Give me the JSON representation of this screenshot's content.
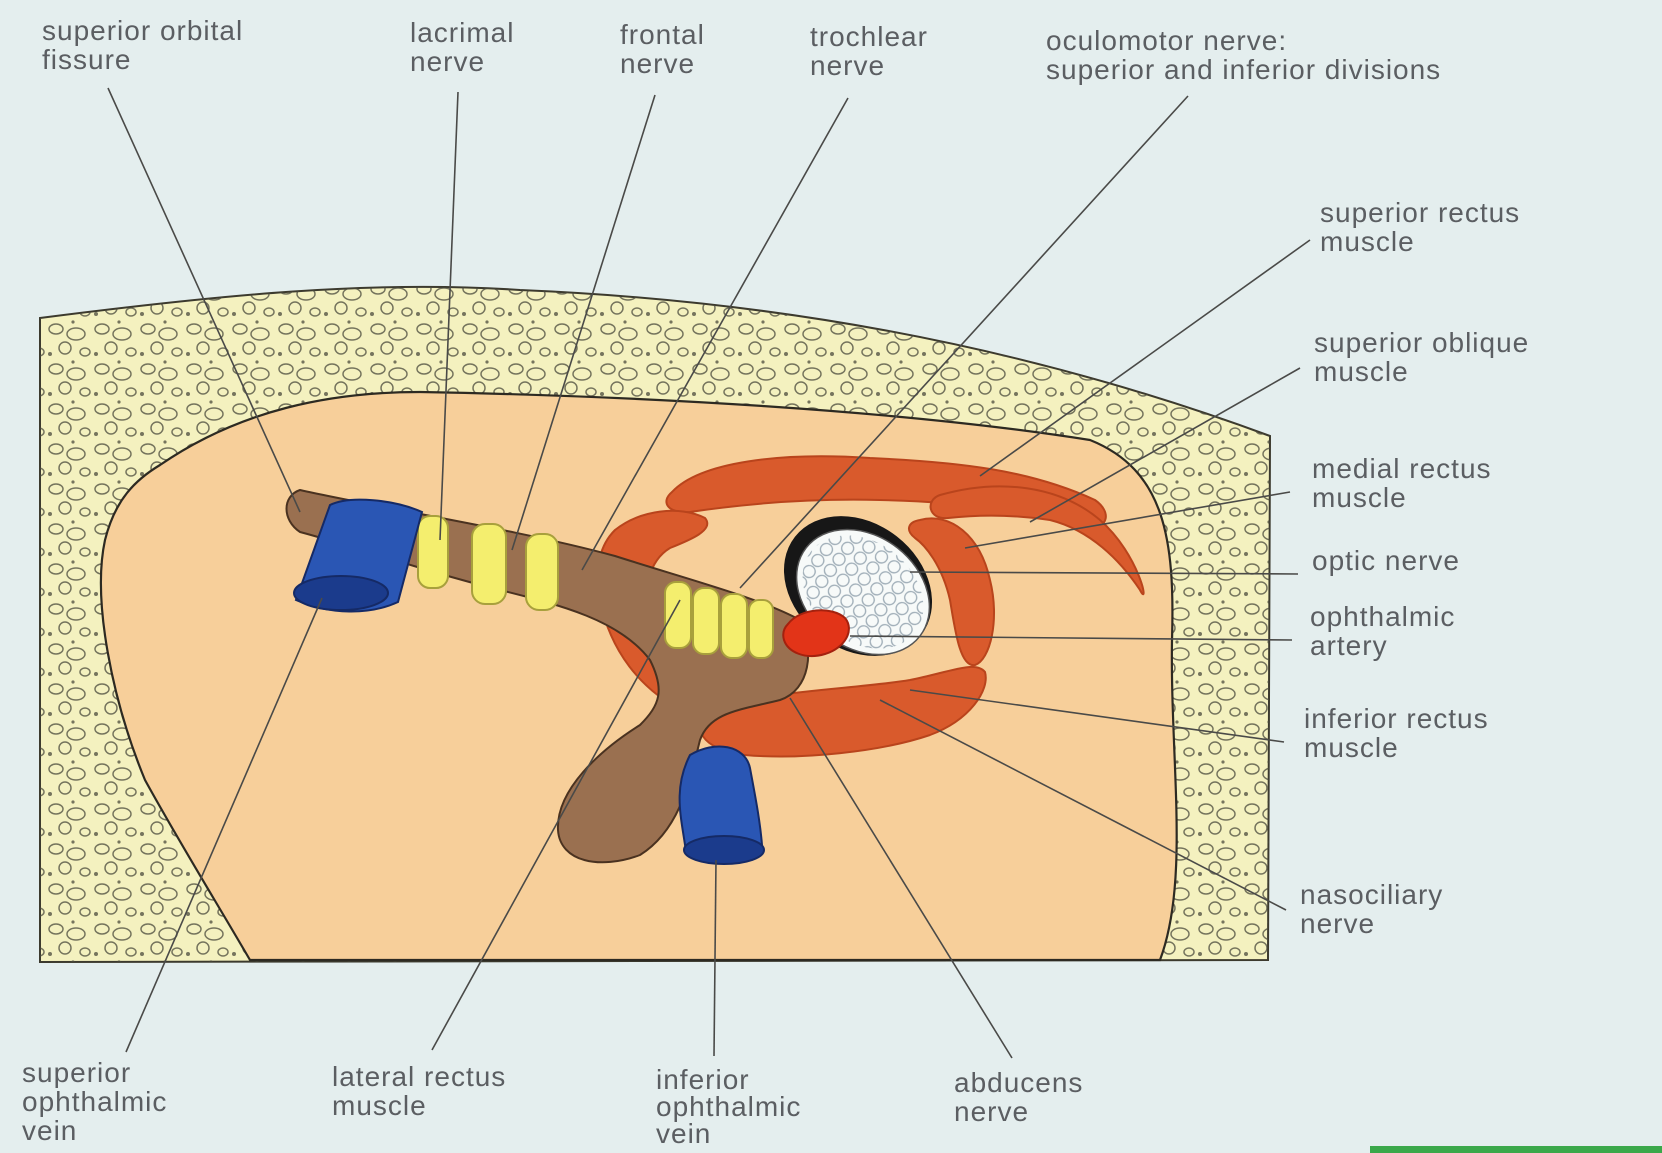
{
  "colors": {
    "background": "#e4eeee",
    "bone": "#f4f1bf",
    "orbit_fill": "#f7cf9a",
    "muscle": "#d95a2c",
    "nerve": "#f4ee6e",
    "vein": "#2a56b4",
    "artery": "#e23418",
    "nerve_trunk": "#9a7050",
    "label_text": "#5b5e62"
  },
  "labels": {
    "superior_orbital_fissure": [
      "superior orbital",
      "fissure"
    ],
    "lacrimal_nerve": [
      "lacrimal",
      "nerve"
    ],
    "frontal_nerve": [
      "frontal",
      "nerve"
    ],
    "trochlear_nerve": [
      "trochlear",
      "nerve"
    ],
    "oculomotor_nerve": [
      "oculomotor nerve:",
      "superior and inferior divisions"
    ],
    "superior_rectus": [
      "superior rectus",
      "muscle"
    ],
    "superior_oblique": [
      "superior oblique",
      "muscle"
    ],
    "medial_rectus": [
      "medial rectus",
      "muscle"
    ],
    "optic_nerve": [
      "optic nerve"
    ],
    "ophthalmic_artery": [
      "ophthalmic",
      "artery"
    ],
    "inferior_rectus": [
      "inferior rectus",
      "muscle"
    ],
    "nasociliary_nerve": [
      "nasociliary",
      "nerve"
    ],
    "superior_ophthalmic_vein": [
      "superior",
      "ophthalmic",
      "vein"
    ],
    "lateral_rectus": [
      "lateral rectus",
      "muscle"
    ],
    "inferior_ophthalmic_vein": [
      "inferior",
      "ophthalmic",
      "vein"
    ],
    "abducens_nerve": [
      "abducens",
      "nerve"
    ]
  }
}
